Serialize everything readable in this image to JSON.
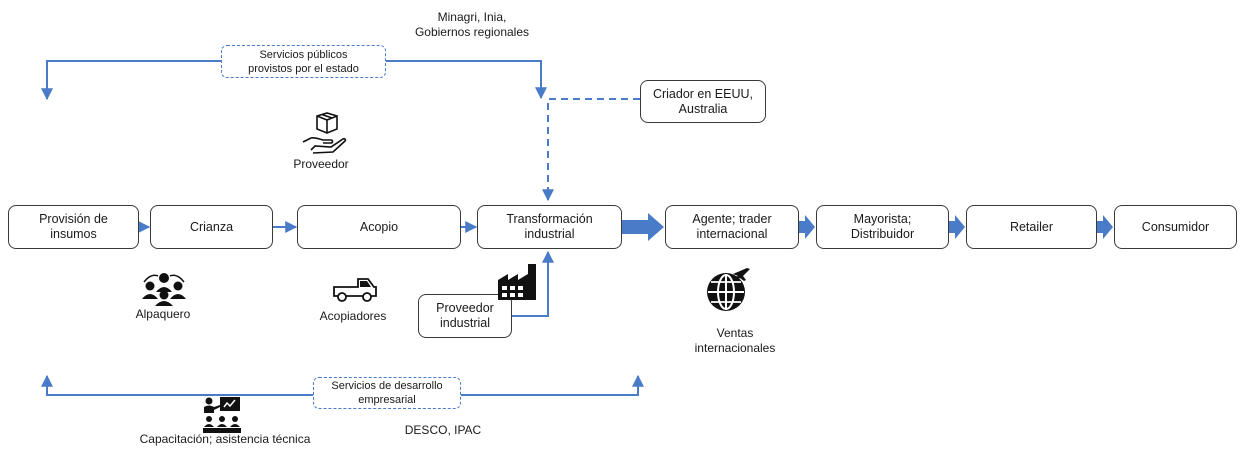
{
  "chain": {
    "provision": "Provisión de\ninsumos",
    "crianza": "Crianza",
    "acopio": "Acopio",
    "transformacion": "Transformación\nindustrial",
    "agente": "Agente; trader\ninternacional",
    "mayorista": "Mayorista;\nDistribuidor",
    "retailer": "Retailer",
    "consumidor": "Consumidor"
  },
  "actors": {
    "proveedor": "Proveedor",
    "alpaquero": "Alpaquero",
    "acopiadores": "Acopiadores",
    "proveedor_industrial": "Proveedor\nindustrial",
    "ventas": "Ventas\ninternacionales",
    "capacitacion": "Capacitación;  asistencia técnica",
    "criador": "Criador en EEUU,\nAustralia"
  },
  "services": {
    "publicos": "Servicios públicos\nprovistos por el estado",
    "publicos_entities": "Minagri, Inia,\nGobiernos regionales",
    "desarrollo": "Servicios de desarrollo\nempresarial",
    "desarrollo_entities": "DESCO, IPAC"
  },
  "colors": {
    "connector": "#4a7bc8",
    "box_border": "#3a3a3a",
    "icon": "#111111"
  },
  "icons": [
    "box-in-hand-icon",
    "people-group-icon",
    "pickup-truck-icon",
    "factory-icon",
    "globe-plane-icon",
    "teacher-classroom-icon"
  ]
}
